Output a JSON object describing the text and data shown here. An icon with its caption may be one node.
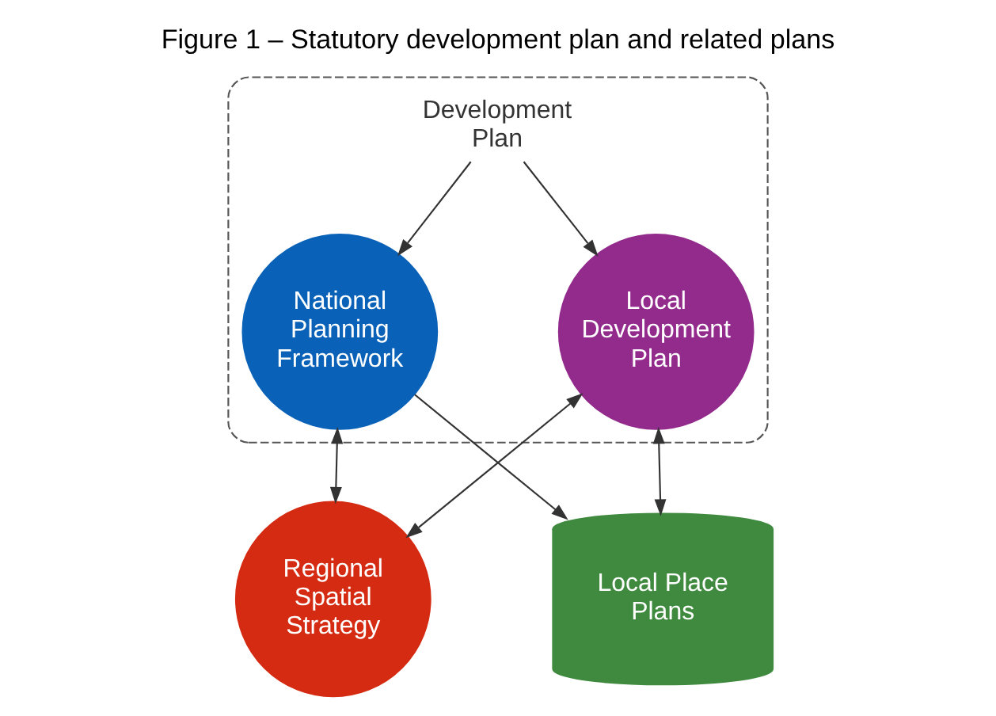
{
  "diagram": {
    "title": "Figure 1 – Statutory development plan and related plans",
    "nodes": [
      {
        "text": [],
        "shape": "ellipse"
      },
      {
        "text": [
          "National Planning Framework"
        ],
        "in": 0
      },
      {
        "text": [
          "Regional Spatial Strategy"
        ]
      },
      {
        "text": [
          "Development Plan"
        ],
        "in": 0
      },
      {
        "text": [
          "Local Place Plans"
        ]
      },
      {
        "text": [
          "Local Development Plan"
        ],
        "in": 0
      }
    ],
    "edges": [
      {
        "from": 1,
        "to": 2,
        "arrow": "both"
      },
      {
        "from": 1,
        "to": 4,
        "arrow": "to"
      },
      {
        "from": 3,
        "to": 1,
        "arrow": "to"
      },
      {
        "from": 3,
        "to": 5,
        "arrow": "to"
      },
      {
        "from": 2,
        "to": 5,
        "arrow": "both"
      },
      {
        "from": 4,
        "to": 5,
        "arrow": "both"
      }
    ]
  }
}
